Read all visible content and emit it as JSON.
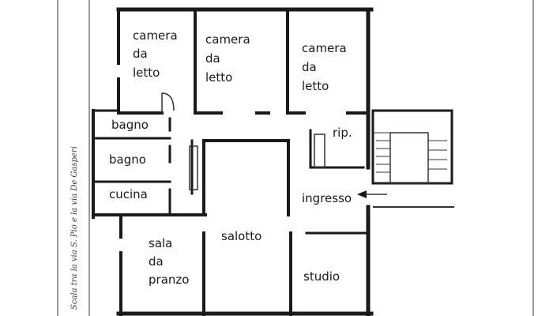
{
  "rooms": {
    "camera1": [
      "camera",
      "da",
      "letto"
    ],
    "camera2": [
      "camera",
      "da",
      "letto"
    ],
    "camera3": [
      "camera",
      "da",
      "letto"
    ],
    "bagno1": "bagno",
    "bagno2": "bagno",
    "rip": "rip.",
    "cucina": "cucina",
    "ingresso": "ingresso",
    "salotto": "salotto",
    "sala_da_pranzo": [
      "sala",
      "da",
      "pranzo"
    ],
    "studio": "studio"
  },
  "annotations": {
    "left_margin": "Scala tra la via S. Pio e la via De Gasperi"
  },
  "colors": {
    "ink": "#1a1a1a",
    "paper": "#ffffff"
  }
}
